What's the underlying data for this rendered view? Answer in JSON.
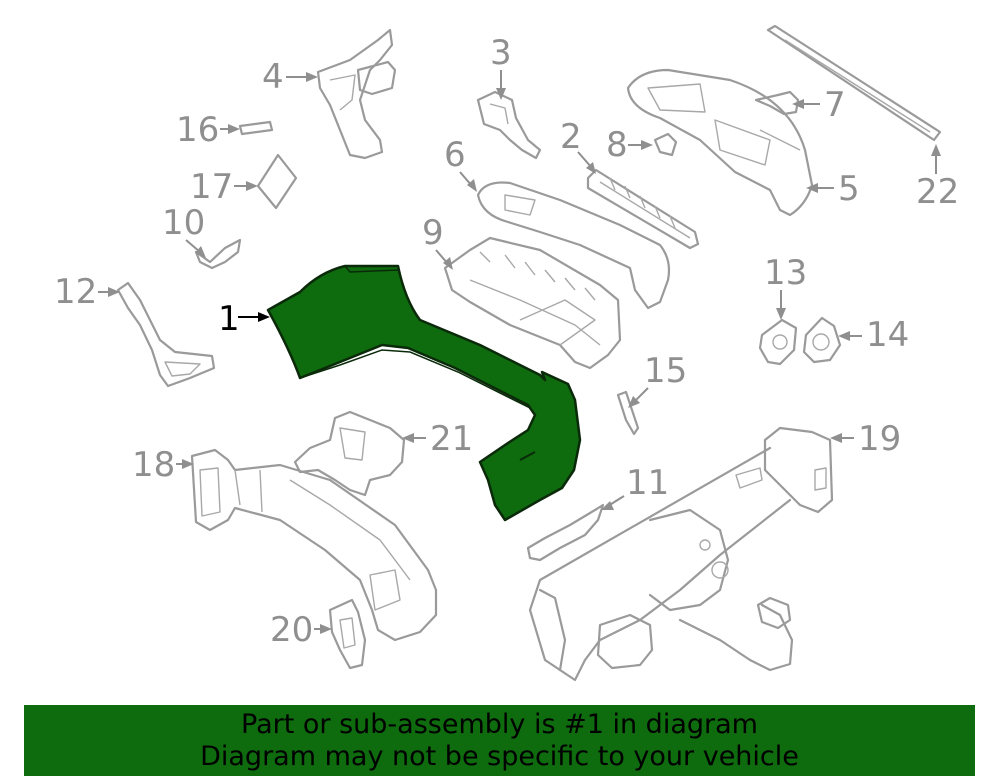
{
  "colors": {
    "highlight_fill": "#0e6b0e",
    "banner_background": "#0e6b0e",
    "part_stroke": "#9a9a9a",
    "callout_text": "#8f8f8f",
    "highlight_text": "#000000"
  },
  "callouts": {
    "c1": "1",
    "c2": "2",
    "c3": "3",
    "c4": "4",
    "c5": "5",
    "c6": "6",
    "c7": "7",
    "c8": "8",
    "c9": "9",
    "c10": "10",
    "c11": "11",
    "c12": "12",
    "c13": "13",
    "c14": "14",
    "c15": "15",
    "c16": "16",
    "c17": "17",
    "c18": "18",
    "c19": "19",
    "c20": "20",
    "c21": "21",
    "c22": "22"
  },
  "highlighted_part": "1",
  "banner": {
    "line1": "Part or sub-assembly is #1 in diagram",
    "line2": "Diagram may not be specific to your vehicle"
  }
}
